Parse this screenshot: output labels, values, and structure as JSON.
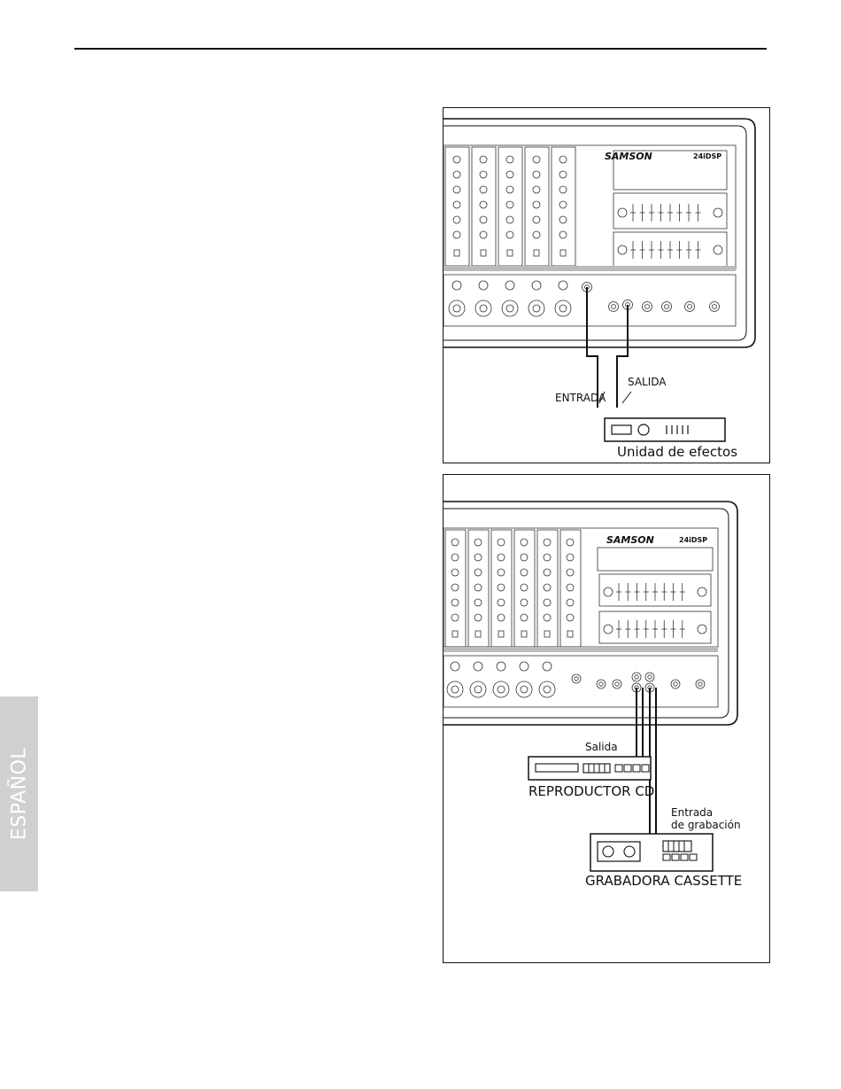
{
  "side_tab": {
    "language": "ESPAÑOL"
  },
  "figure1": {
    "brand": "SAMSON",
    "model": "24iDSP",
    "output_label": "SALIDA",
    "input_label": "ENTRADA",
    "device_name": "Unidad de efectos"
  },
  "figure2": {
    "brand": "SAMSON",
    "model": "24iDSP",
    "cd_output_label": "Salida",
    "cd_device_name": "REPRODUCTOR CD",
    "rec_input_label_line1": "Entrada",
    "rec_input_label_line2": "de grabación",
    "cassette_device_name": "GRABADORA CASSETTE"
  }
}
